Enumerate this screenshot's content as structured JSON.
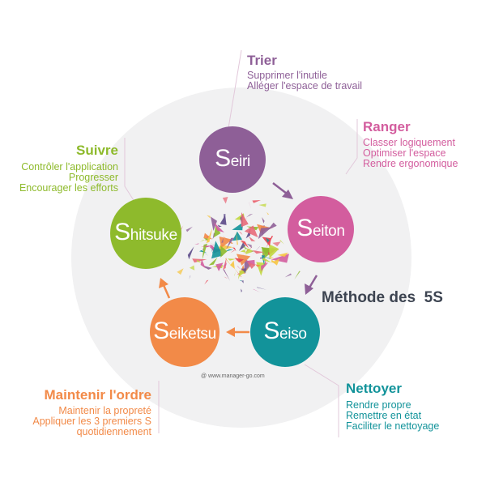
{
  "colors": {
    "seiri": "#8e5f97",
    "seiton": "#d35d9e",
    "seiso": "#12939a",
    "seiketsu": "#f28a48",
    "shitsuke": "#8eba2c",
    "background_circle": "#f1f1f2",
    "method_title": "#3d4451"
  },
  "method_title": "Méthode des  5S",
  "credit": "@ www.manager-go.com",
  "steps": {
    "seiri": {
      "initial": "S",
      "rest": "eiri"
    },
    "seiton": {
      "initial": "S",
      "rest": "eiton"
    },
    "seiso": {
      "initial": "S",
      "rest": "eiso"
    },
    "seiketsu": {
      "initial": "S",
      "rest": "eiketsu"
    },
    "shitsuke": {
      "initial": "S",
      "rest": "hitsuke"
    }
  },
  "descriptions": {
    "seiri": {
      "title": "Trier",
      "lines": [
        "Supprimer l'inutile",
        "Alléger l'espace de travail"
      ]
    },
    "seiton": {
      "title": "Ranger",
      "lines": [
        "Classer logiquement",
        "Optimiser l'espace",
        "Rendre ergonomique"
      ]
    },
    "seiso": {
      "title": "Nettoyer",
      "lines": [
        "Rendre propre",
        "Remettre en état",
        "Faciliter le nettoyage"
      ]
    },
    "seiketsu": {
      "title": "Maintenir l'ordre",
      "lines": [
        "Maintenir la propreté",
        "Appliquer les 3 premiers S",
        "quotidiennement"
      ]
    },
    "shitsuke": {
      "title": "Suivre",
      "lines": [
        "Contrôler l'application",
        "Progresser",
        "Encourager les efforts"
      ]
    }
  }
}
